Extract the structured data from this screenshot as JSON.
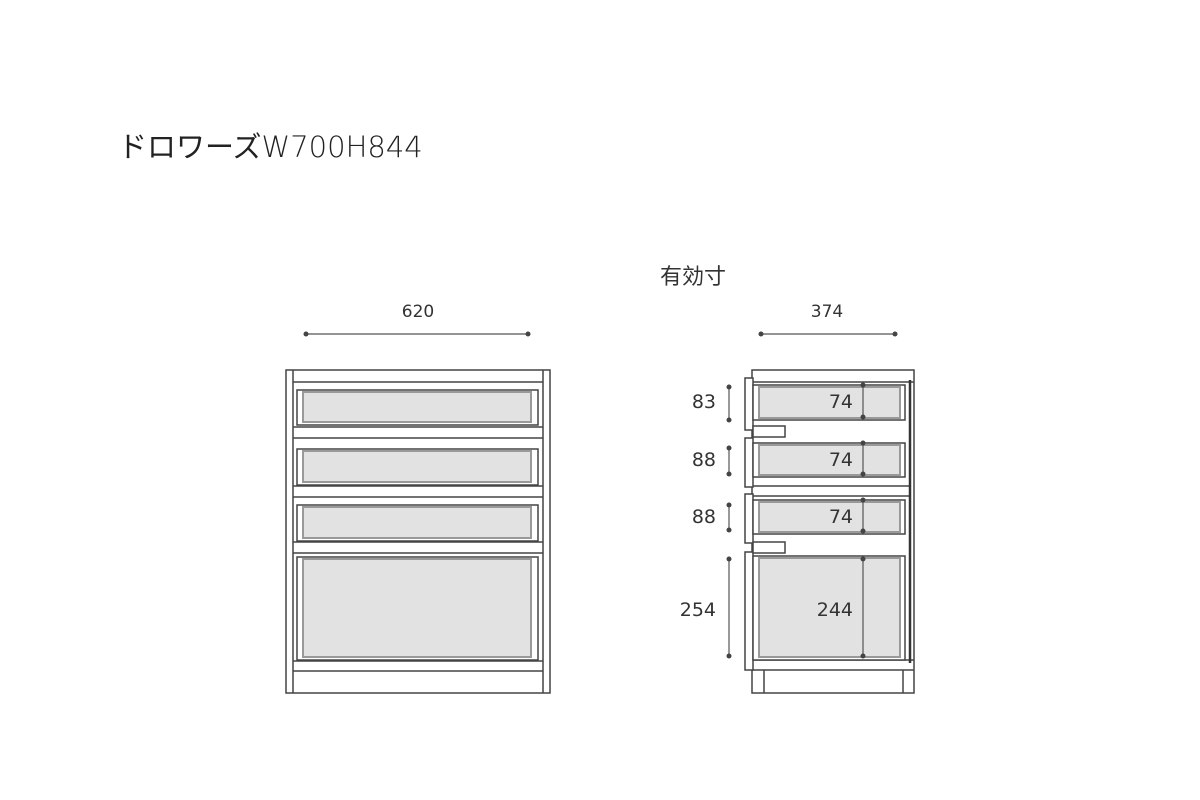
{
  "title": "ドロワーズW700H844",
  "effective_label": "有効寸",
  "front_view": {
    "width_dim": "620"
  },
  "side_view": {
    "depth_dim": "374",
    "outer_heights": [
      "83",
      "88",
      "88",
      "254"
    ],
    "inner_heights": [
      "74",
      "74",
      "74",
      "244"
    ]
  },
  "colors": {
    "line": "#444444",
    "fill": "#e2e2e3"
  }
}
